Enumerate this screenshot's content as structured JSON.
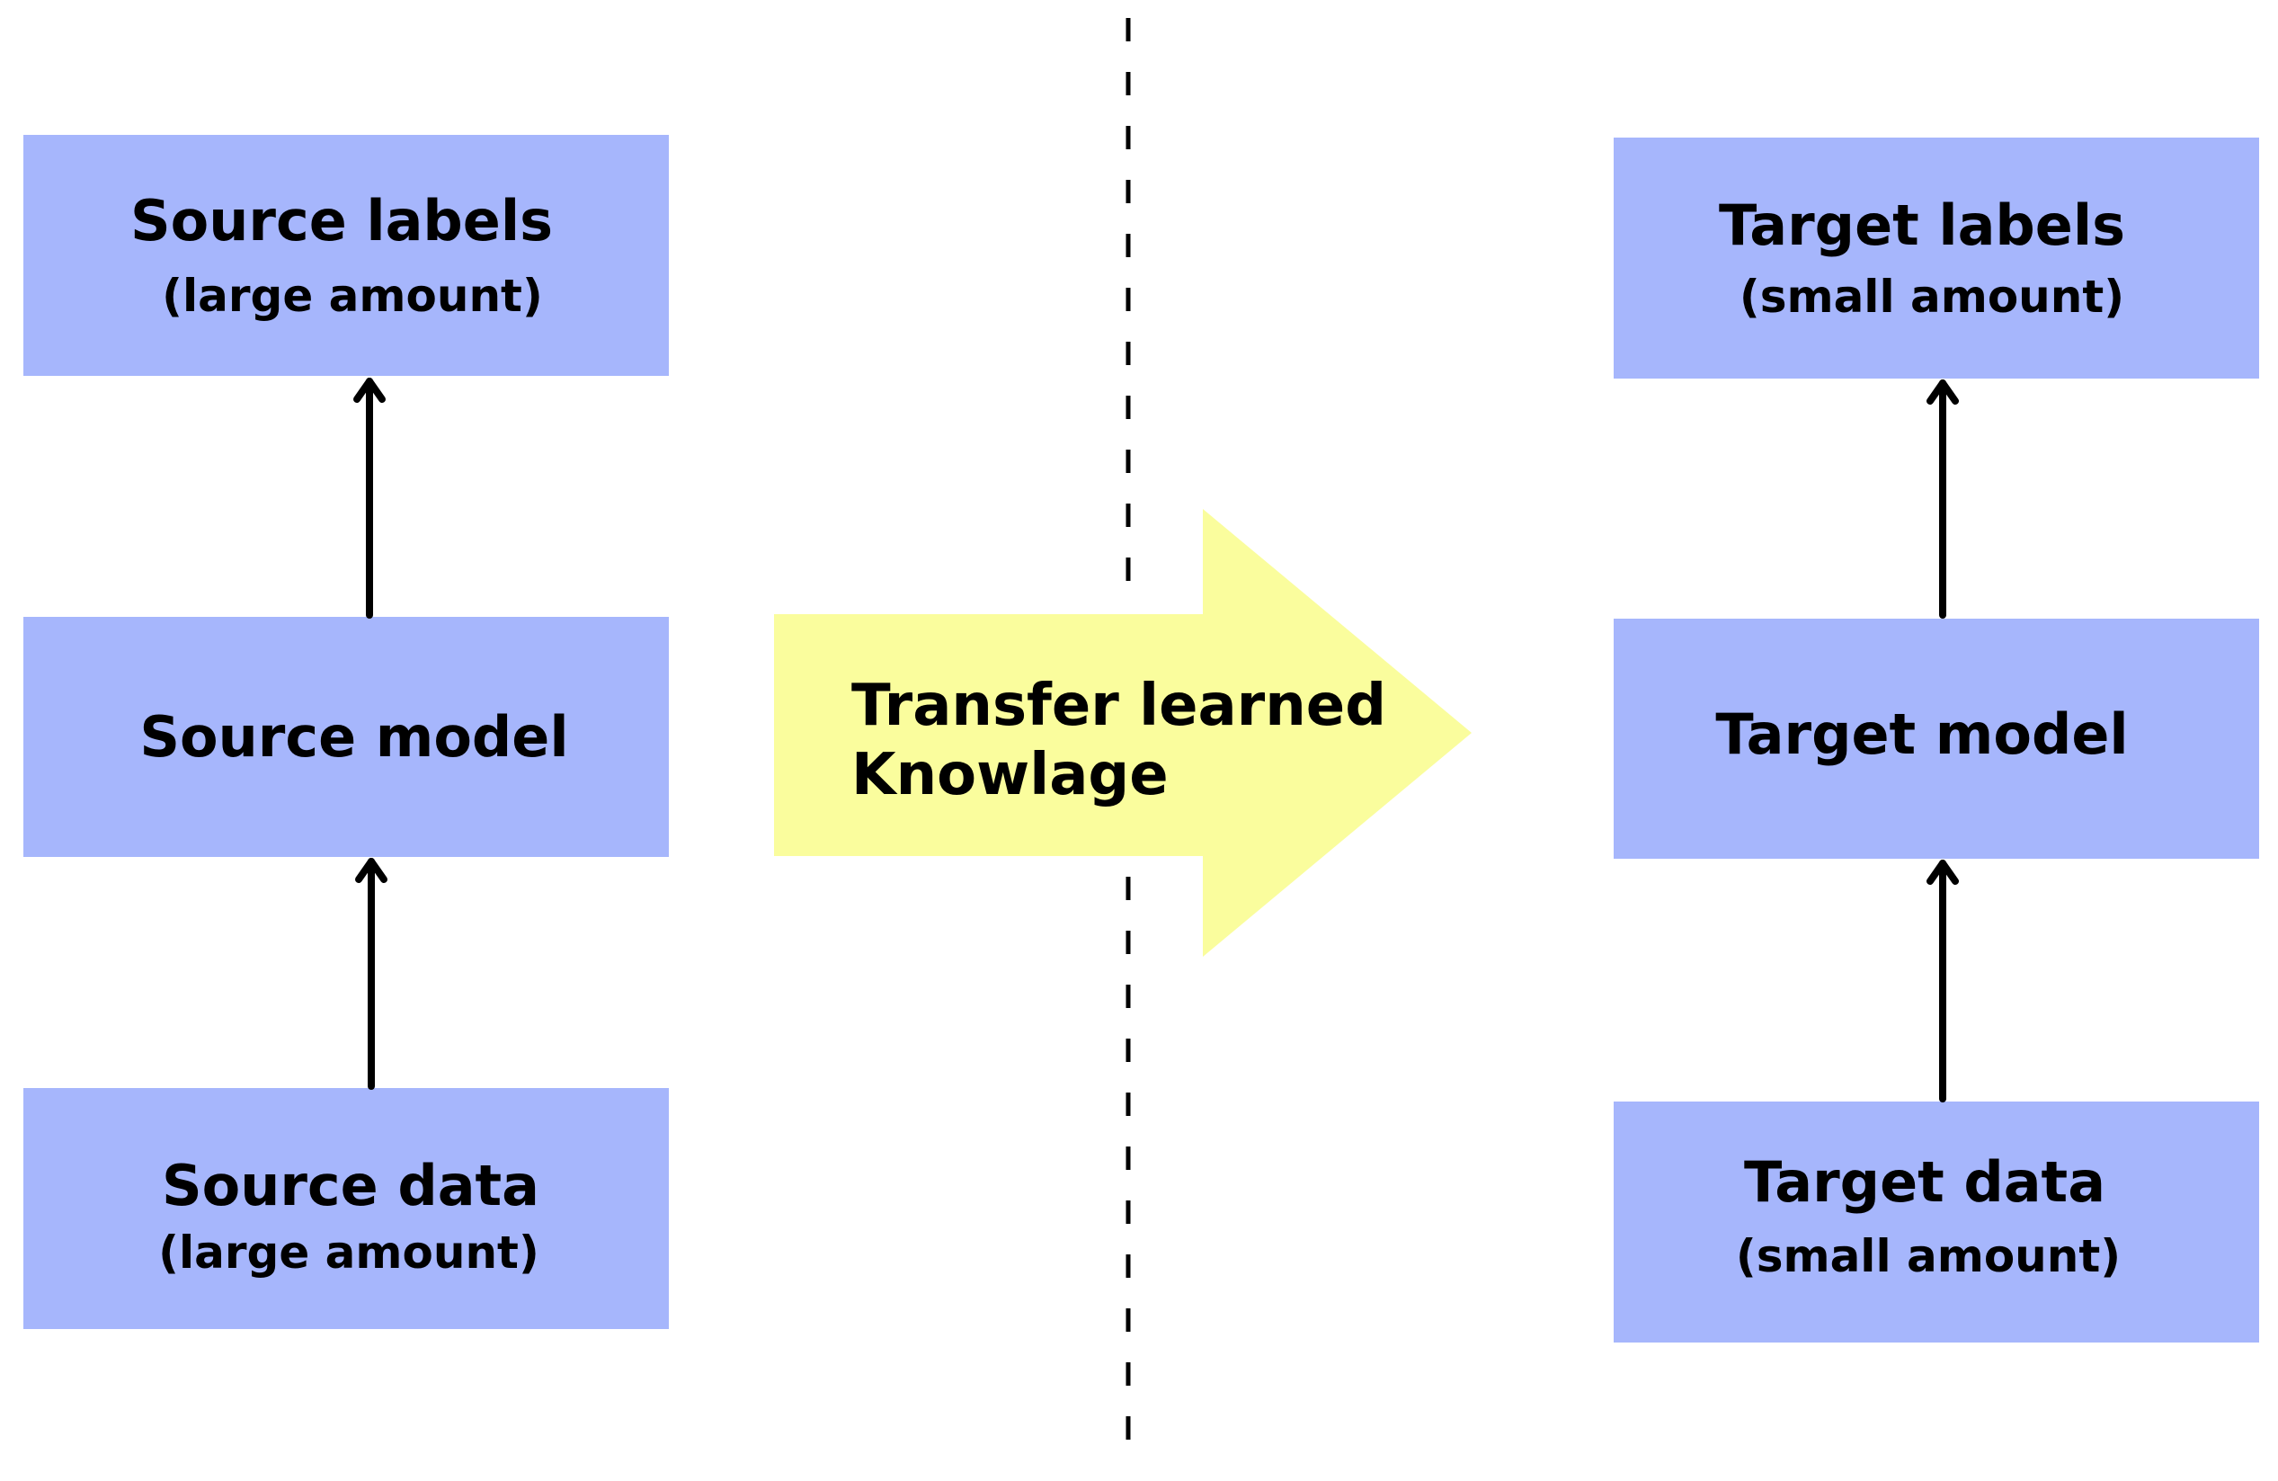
{
  "colors": {
    "box_fill": "#a6b6fc",
    "transfer_fill": "#fafd9d",
    "ink": "#000000"
  },
  "source": {
    "labels": {
      "title": "Source labels",
      "subtitle": "(large amount)"
    },
    "model": {
      "title": "Source model"
    },
    "data": {
      "title": "Source data",
      "subtitle": "(large amount)"
    }
  },
  "target": {
    "labels": {
      "title": "Target labels",
      "subtitle": "(small amount)"
    },
    "model": {
      "title": "Target model"
    },
    "data": {
      "title": "Target data",
      "subtitle": "(small amount)"
    }
  },
  "transfer": {
    "line1": "Transfer learned",
    "line2": "Knowlage"
  }
}
